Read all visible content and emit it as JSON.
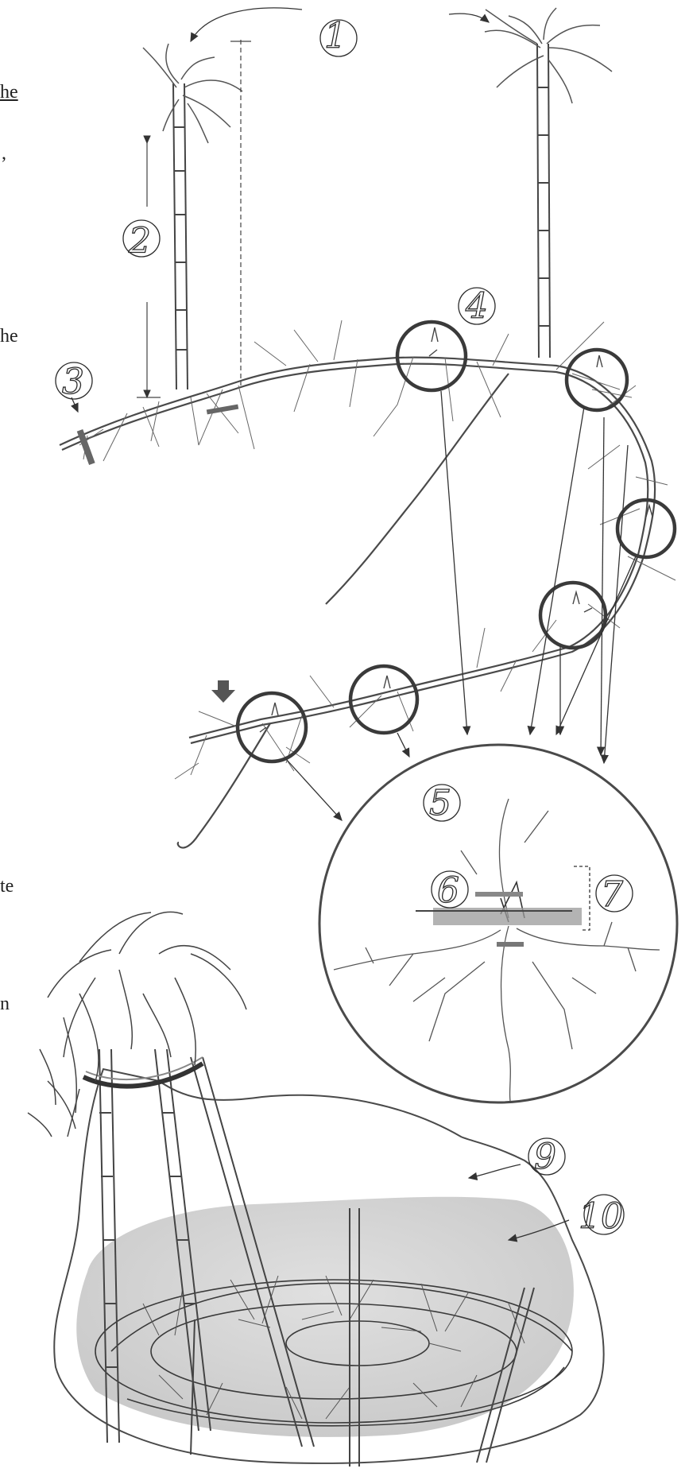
{
  "labels": {
    "l1": "1",
    "l2": "2",
    "l3": "3",
    "l4": "4",
    "l5": "5",
    "l6": "6",
    "l7": "7",
    "l9": "9",
    "l10": "10"
  },
  "margin_text": [
    {
      "id": "f1",
      "text": "he"
    },
    {
      "id": "f2",
      "text": ","
    },
    {
      "id": "f3",
      "text": "he"
    },
    {
      "id": "f4",
      "text": "te"
    },
    {
      "id": "f5",
      "text": "n"
    }
  ]
}
